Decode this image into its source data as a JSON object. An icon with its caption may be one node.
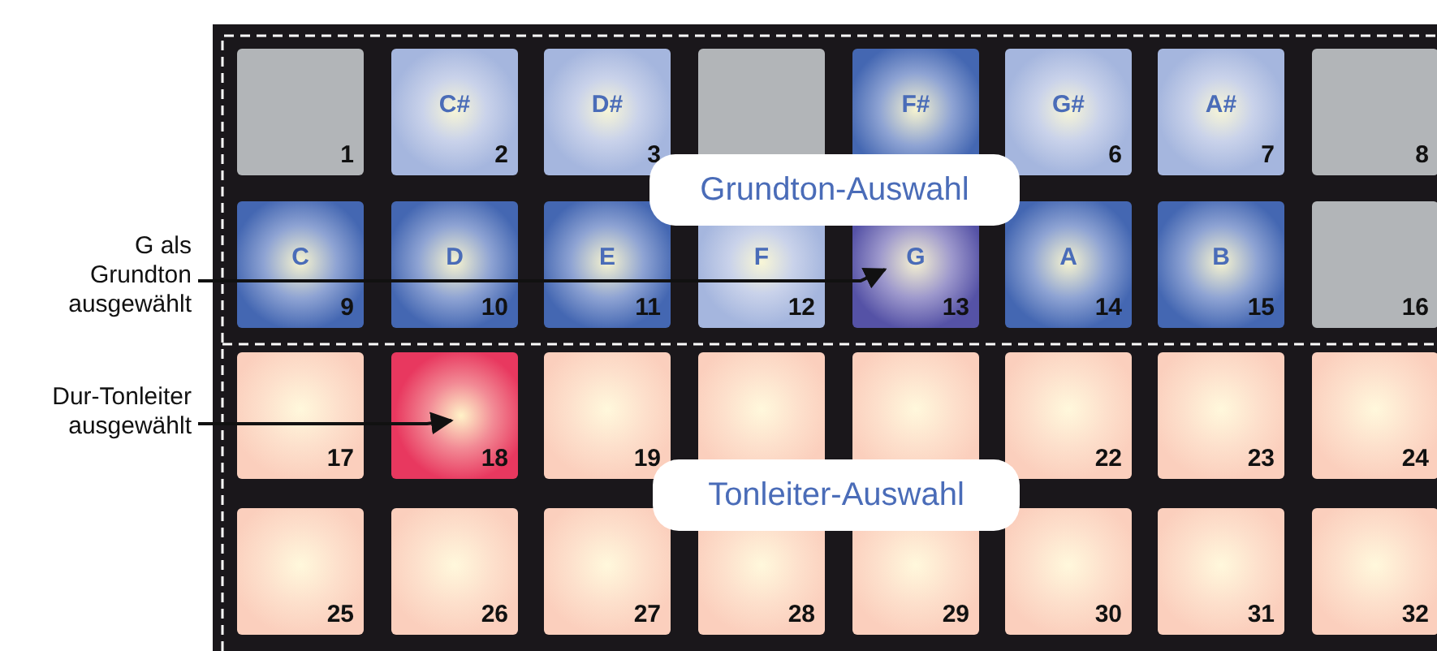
{
  "diagram": {
    "nodes": [
      {
        "text": [
          "1"
        ]
      },
      {
        "text": [
          "C#",
          "2"
        ]
      },
      {
        "text": [
          "D#",
          "3"
        ]
      },
      {
        "text": [],
        "shape": "box"
      },
      {
        "text": [
          "F#"
        ]
      },
      {
        "text": [
          "G#",
          "6"
        ]
      },
      {
        "text": [
          "A#",
          "7"
        ]
      },
      {
        "text": [
          "8"
        ]
      },
      {
        "text": [
          "C",
          "9"
        ]
      },
      {
        "text": [
          "D",
          "10"
        ]
      },
      {
        "text": [
          "E",
          "11"
        ]
      },
      {
        "text": [
          "F",
          "12"
        ]
      },
      {
        "text": [
          "G",
          "13"
        ]
      },
      {
        "text": [
          "A",
          "14"
        ]
      },
      {
        "text": [
          "B",
          "15"
        ]
      },
      {
        "text": [
          "16"
        ]
      },
      {
        "text": [
          "Grundton-Auswahl"
        ]
      },
      {
        "text": [
          "G als Grundton ausgewählt"
        ]
      },
      {
        "text": [
          "17"
        ]
      },
      {
        "text": [
          "18"
        ]
      },
      {
        "text": [
          "19"
        ]
      },
      {
        "text": [],
        "shape": "box"
      },
      {
        "text": [],
        "shape": "box"
      },
      {
        "text": [
          "22"
        ]
      },
      {
        "text": [
          "23"
        ]
      },
      {
        "text": [
          "24"
        ]
      },
      {
        "text": [
          "25"
        ]
      },
      {
        "text": [
          "26"
        ]
      },
      {
        "text": [
          "27"
        ]
      },
      {
        "text": [
          "28"
        ]
      },
      {
        "text": [
          "29"
        ]
      },
      {
        "text": [
          "30"
        ]
      },
      {
        "text": [
          "31"
        ]
      },
      {
        "text": [
          "32"
        ]
      },
      {
        "text": [
          "Tonleiter-Auswahl"
        ]
      },
      {
        "text": [
          "Dur-Tonleiter ausgewählt"
        ]
      }
    ],
    "edges": [
      {
        "from": 17,
        "to": 12,
        "arrow": "to"
      },
      {
        "from": 35,
        "to": 19,
        "arrow": "to"
      }
    ]
  }
}
